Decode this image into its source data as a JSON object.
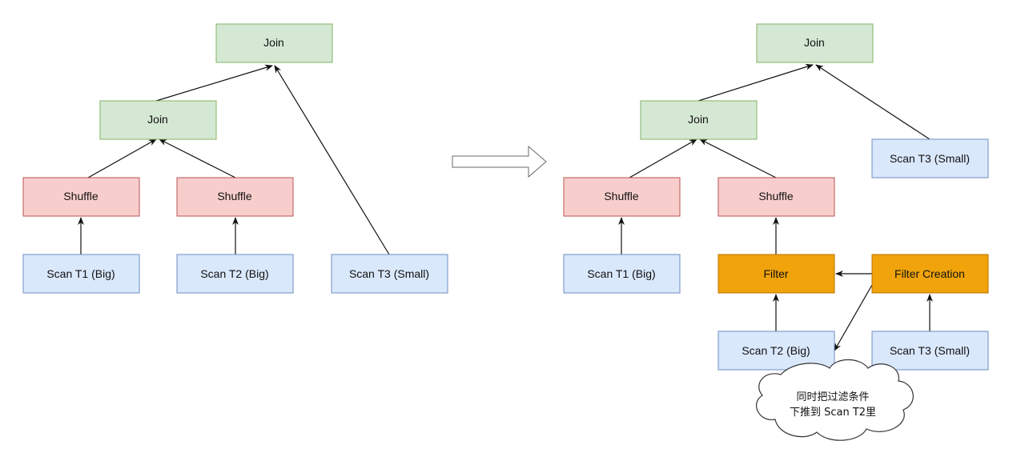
{
  "colors": {
    "join_fill": "#d5e8d4",
    "join_stroke": "#82b366",
    "shuffle_fill": "#f8cecc",
    "shuffle_stroke": "#b85450",
    "scan_fill": "#dae8fc",
    "scan_stroke": "#6c8ebf",
    "filter_fill": "#f0a30a",
    "filter_stroke": "#bd7000",
    "edge": "#111111"
  },
  "before": {
    "join_top": "Join",
    "join_mid": "Join",
    "shuffle_left": "Shuffle",
    "shuffle_right": "Shuffle",
    "scan_t1": "Scan T1 (Big)",
    "scan_t2": "Scan T2 (Big)",
    "scan_t3": "Scan T3 (Small)"
  },
  "after": {
    "join_top": "Join",
    "join_mid": "Join",
    "scan_t3_top": "Scan T3 (Small)",
    "shuffle_left": "Shuffle",
    "shuffle_right": "Shuffle",
    "scan_t1": "Scan T1 (Big)",
    "filter": "Filter",
    "filter_creation": "Filter Creation",
    "scan_t2": "Scan T2 (Big)",
    "scan_t3_bottom": "Scan T3 (Small)",
    "cloud_note": {
      "line1": "同时把过滤条件",
      "line2": "下推到 Scan T2里"
    }
  },
  "transition_arrow_icon": "hollow-right-arrow-icon"
}
